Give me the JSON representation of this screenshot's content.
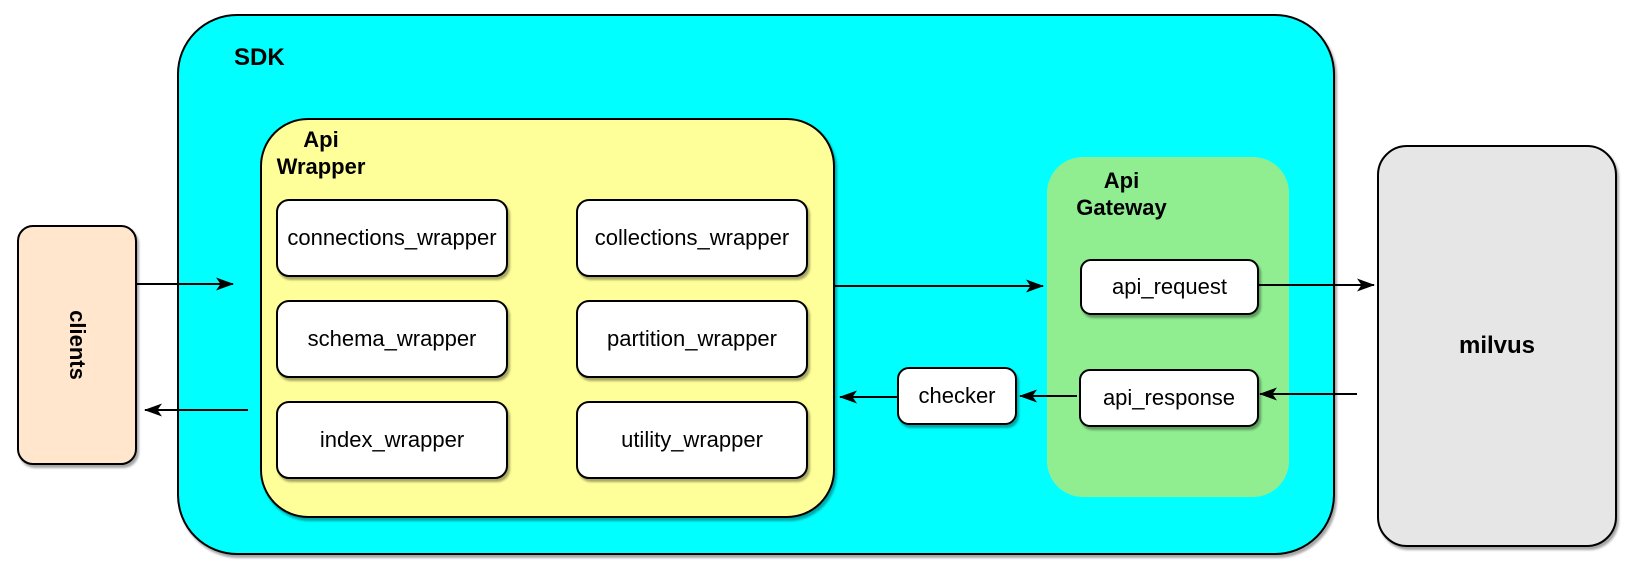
{
  "diagram": {
    "nodes": {
      "clients": "clients",
      "sdk": "SDK",
      "api_wrapper": "Api\nWrapper",
      "wrapper_boxes": [
        "connections_wrapper",
        "collections_wrapper",
        "schema_wrapper",
        "partition_wrapper",
        "index_wrapper",
        "utility_wrapper"
      ],
      "api_gateway": "Api\nGateway",
      "api_request": "api_request",
      "api_response": "api_response",
      "checker": "checker",
      "milvus": "milvus"
    },
    "edges": [
      {
        "from": "clients",
        "to": "SDK"
      },
      {
        "from": "Api Wrapper",
        "to": "Api Gateway"
      },
      {
        "from": "api_request",
        "to": "milvus"
      },
      {
        "from": "milvus",
        "to": "api_response"
      },
      {
        "from": "api_response",
        "to": "checker"
      },
      {
        "from": "checker",
        "to": "Api Wrapper"
      },
      {
        "from": "SDK",
        "to": "clients"
      }
    ],
    "colors": {
      "clients_fill": "#FFE6CC",
      "sdk_fill": "#00FFFF",
      "api_wrapper_fill": "#FFFF99",
      "api_gateway_fill": "#90EE90",
      "milvus_fill": "#E6E6E6",
      "node_fill": "#FFFFFF",
      "stroke": "#000000"
    }
  }
}
